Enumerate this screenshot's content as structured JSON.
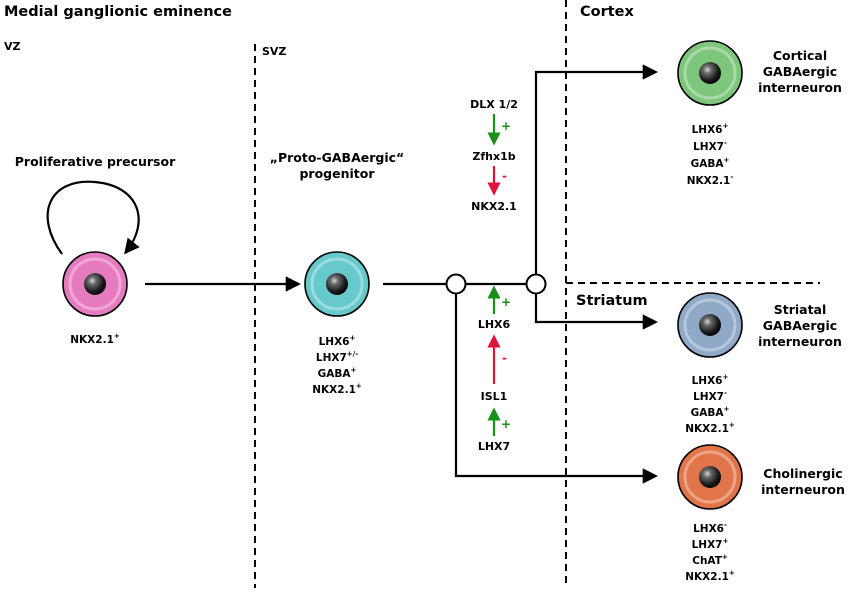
{
  "regions": {
    "mge": "Medial ganglionic eminence",
    "cortex": "Cortex",
    "striatum": "Striatum"
  },
  "zones": {
    "vz": "VZ",
    "svz": "SVZ"
  },
  "cells": {
    "proliferative": {
      "title": "Proliferative precursor",
      "color": "#e77bbf",
      "markers": [
        {
          "base": "NKX2.1",
          "sup": "+"
        }
      ]
    },
    "proto": {
      "title_line1": "„Proto-GABAergic“",
      "title_line2": "progenitor",
      "color": "#66c9cc",
      "markers": [
        {
          "base": "LHX6",
          "sup": "+"
        },
        {
          "base": "LHX7",
          "sup": "+/-"
        },
        {
          "base": "GABA",
          "sup": "+"
        },
        {
          "base": "NKX2.1",
          "sup": "+"
        }
      ]
    },
    "cortical": {
      "title_lines": [
        "Cortical",
        "GABAergic",
        "interneuron"
      ],
      "color": "#7cc77c",
      "markers": [
        {
          "base": "LHX6",
          "sup": "+"
        },
        {
          "base": "LHX7",
          "sup": "-"
        },
        {
          "base": "GABA",
          "sup": "+"
        },
        {
          "base": "NKX2.1",
          "sup": "-"
        }
      ]
    },
    "striatal": {
      "title_lines": [
        "Striatal",
        "GABAergic",
        "interneuron"
      ],
      "color": "#8faac6",
      "markers": [
        {
          "base": "LHX6",
          "sup": "+"
        },
        {
          "base": "LHX7",
          "sup": "-"
        },
        {
          "base": "GABA",
          "sup": "+"
        },
        {
          "base": "NKX2.1",
          "sup": "+"
        }
      ]
    },
    "cholinergic": {
      "title_lines": [
        "Cholinergic",
        "interneuron"
      ],
      "color": "#e2744a",
      "markers": [
        {
          "base": "LHX6",
          "sup": "-"
        },
        {
          "base": "LHX7",
          "sup": "+"
        },
        {
          "base": "ChAT",
          "sup": "+"
        },
        {
          "base": "NKX2.1",
          "sup": "+"
        }
      ]
    }
  },
  "cascade_upper": {
    "genes": [
      "DLX 1/2",
      "Zfhx1b",
      "NKX2.1"
    ],
    "signs": [
      "+",
      "-"
    ]
  },
  "cascade_lower": {
    "genes": [
      "LHX6",
      "ISL1",
      "LHX7"
    ],
    "signs": [
      "+",
      "-",
      "+"
    ]
  },
  "colors": {
    "activation": "#1a8f1a",
    "repression": "#e0123a"
  }
}
